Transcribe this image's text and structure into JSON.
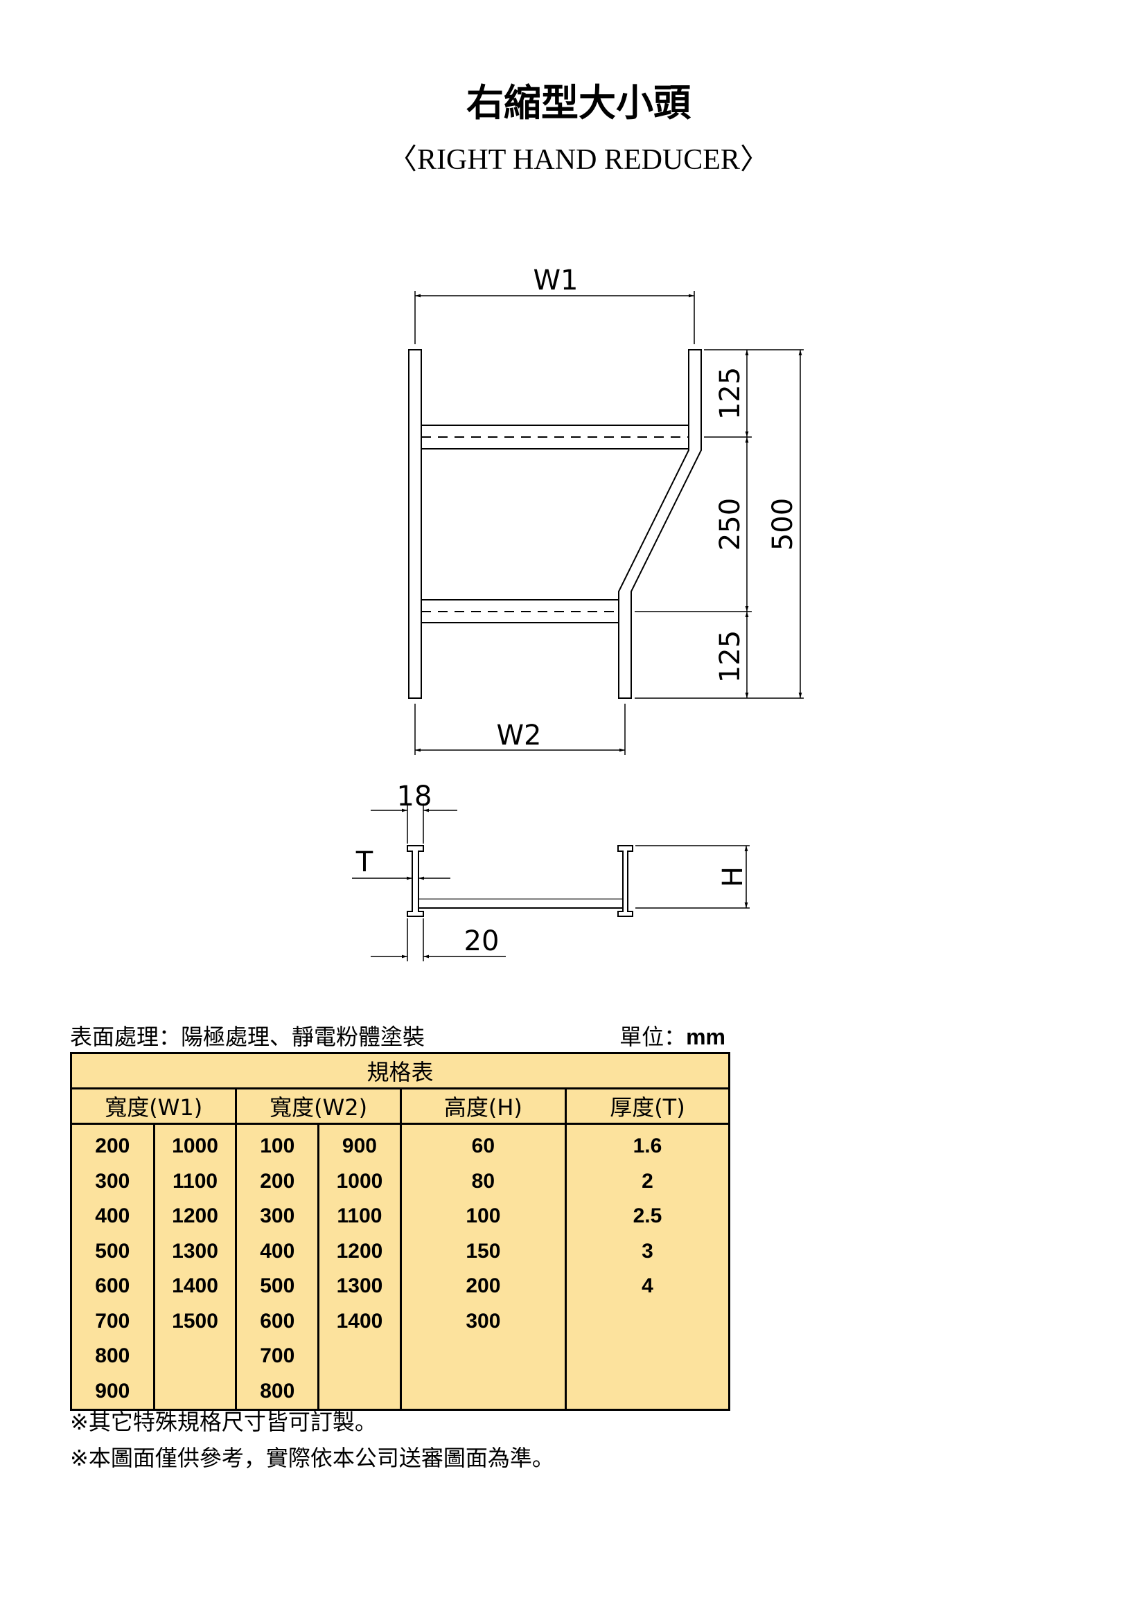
{
  "title": "右縮型大小頭",
  "subtitle": "〈RIGHT HAND REDUCER〉",
  "drawing": {
    "labels": {
      "w1": "W1",
      "w2": "W2",
      "d125_top": "125",
      "d250": "250",
      "d125_bottom": "125",
      "d500": "500",
      "d18": "18",
      "t": "T",
      "d20": "20",
      "h": "H"
    }
  },
  "finish_label": "表面處理：陽極處理、靜電粉體塗裝",
  "unit_label": "單位：",
  "unit_value": "mm",
  "spec_table": {
    "title": "規格表",
    "headers": [
      "寬度(W1)",
      "寬度(W2)",
      "高度(H)",
      "厚度(T)"
    ],
    "rows": [
      [
        "200",
        "1000",
        "100",
        "900",
        "60",
        "1.6"
      ],
      [
        "300",
        "1100",
        "200",
        "1000",
        "80",
        "2"
      ],
      [
        "400",
        "1200",
        "300",
        "1100",
        "100",
        "2.5"
      ],
      [
        "500",
        "1300",
        "400",
        "1200",
        "150",
        "3"
      ],
      [
        "600",
        "1400",
        "500",
        "1300",
        "200",
        "4"
      ],
      [
        "700",
        "1500",
        "600",
        "1400",
        "300",
        ""
      ],
      [
        "800",
        "",
        "700",
        "",
        "",
        ""
      ],
      [
        "900",
        "",
        "800",
        "",
        "",
        ""
      ]
    ]
  },
  "notes": [
    "※其它特殊規格尺寸皆可訂製。",
    "※本圖面僅供參考，實際依本公司送審圖面為準。"
  ]
}
